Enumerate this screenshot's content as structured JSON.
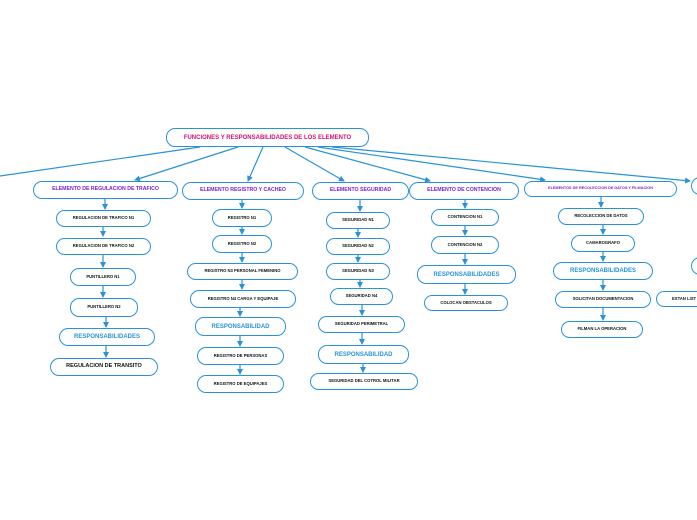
{
  "root": "FUNCIONES Y RESPONSABILIDADES DE LOS ELEMENTO",
  "branches": [
    {
      "title": "ELEMENTO DE REGULACION DE TRAFICO",
      "items": [
        "REGULACION DE TRAFICO N1",
        "REGULACION DE TRAFICO N2",
        "PUNTILLERO N1",
        "PUNTILLERO N2",
        "RESPONSABILIDADES",
        "REGULACION DE TRANSITO"
      ]
    },
    {
      "title": "ELEMENTO REGISTRO Y CACHEO",
      "items": [
        "REGISTRO N1",
        "REGISTRO N2",
        "REGISTRO N3 PERSONAL FEMENINO",
        "REGISTRO N4 CARGA Y EQUIPAJE",
        "RESPONSABILIDAD",
        "REGISTRO DE PERSONAS",
        "REGISTRO DE EQUIPAJES"
      ]
    },
    {
      "title": "ELEMENTO SEGURIDAD",
      "items": [
        "SEGURIDAD N1",
        "SEGURIDAD N2",
        "SEGURIDAD N3",
        "SEGURIDAD N4",
        "SEGURIDAD PERIMETRAL",
        "RESPONSABILIDAD",
        "SEGURIDAD DEL COTROL MILITAR"
      ]
    },
    {
      "title": "ELEMENTO DE CONTENCION",
      "items": [
        "CONTENCION N1",
        "CONTENCION N2",
        "RESPONSABILIDADES",
        "COLOCAN OBSTACULOS"
      ]
    },
    {
      "title": "ELEMENTOS DE RECOLECCION DE DATOS Y FILMACION",
      "items": [
        "RECOLECCION DE DATOS",
        "CAMAROGRAFO",
        "RESPONSABILIDADES",
        "SOLICITAN DOCUMENTACION",
        "FILMAN LA OPERACION"
      ]
    },
    {
      "title": "",
      "items": [
        "ESTAN LIST"
      ]
    }
  ]
}
